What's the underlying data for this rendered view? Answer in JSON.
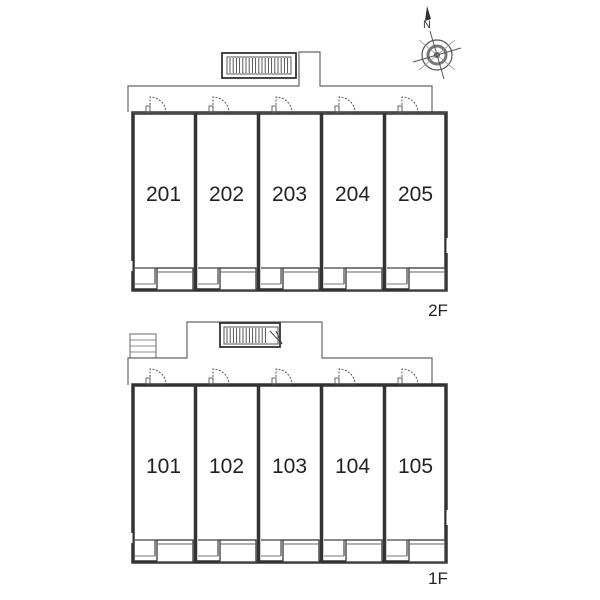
{
  "compass": {
    "letter": "N"
  },
  "floors": [
    {
      "id": "2f",
      "label": "2F",
      "rooms": [
        "201",
        "202",
        "203",
        "204",
        "205"
      ]
    },
    {
      "id": "1f",
      "label": "1F",
      "rooms": [
        "101",
        "102",
        "103",
        "104",
        "105"
      ]
    }
  ]
}
